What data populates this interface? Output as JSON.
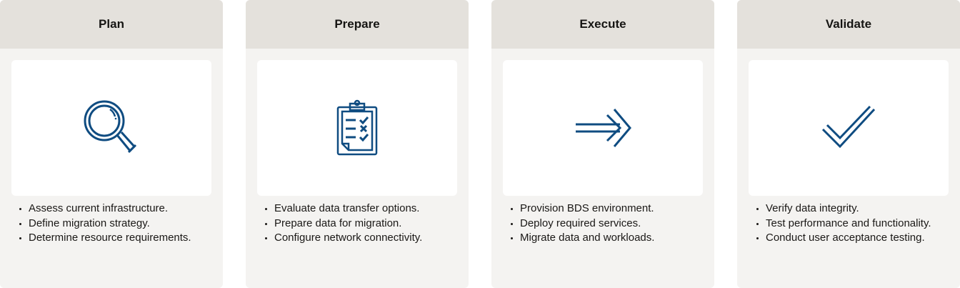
{
  "phases": [
    {
      "title": "Plan",
      "icon": "magnifying-glass-icon",
      "items": [
        "Assess current infrastructure.",
        "Define migration strategy.",
        "Determine resource requirements."
      ]
    },
    {
      "title": "Prepare",
      "icon": "clipboard-checklist-icon",
      "items": [
        "Evaluate data transfer options.",
        "Prepare data for migration.",
        "Configure network connectivity."
      ]
    },
    {
      "title": "Execute",
      "icon": "double-arrow-right-icon",
      "items": [
        "Provision BDS environment.",
        "Deploy required services.",
        "Migrate data and workloads."
      ]
    },
    {
      "title": "Validate",
      "icon": "checkmark-icon",
      "items": [
        "Verify data integrity.",
        "Test performance and functionality.",
        "Conduct user acceptance testing."
      ]
    }
  ],
  "colors": {
    "icon": "#0f4c81",
    "header_bg": "#e4e1dc",
    "card_bg": "#f4f3f1"
  }
}
